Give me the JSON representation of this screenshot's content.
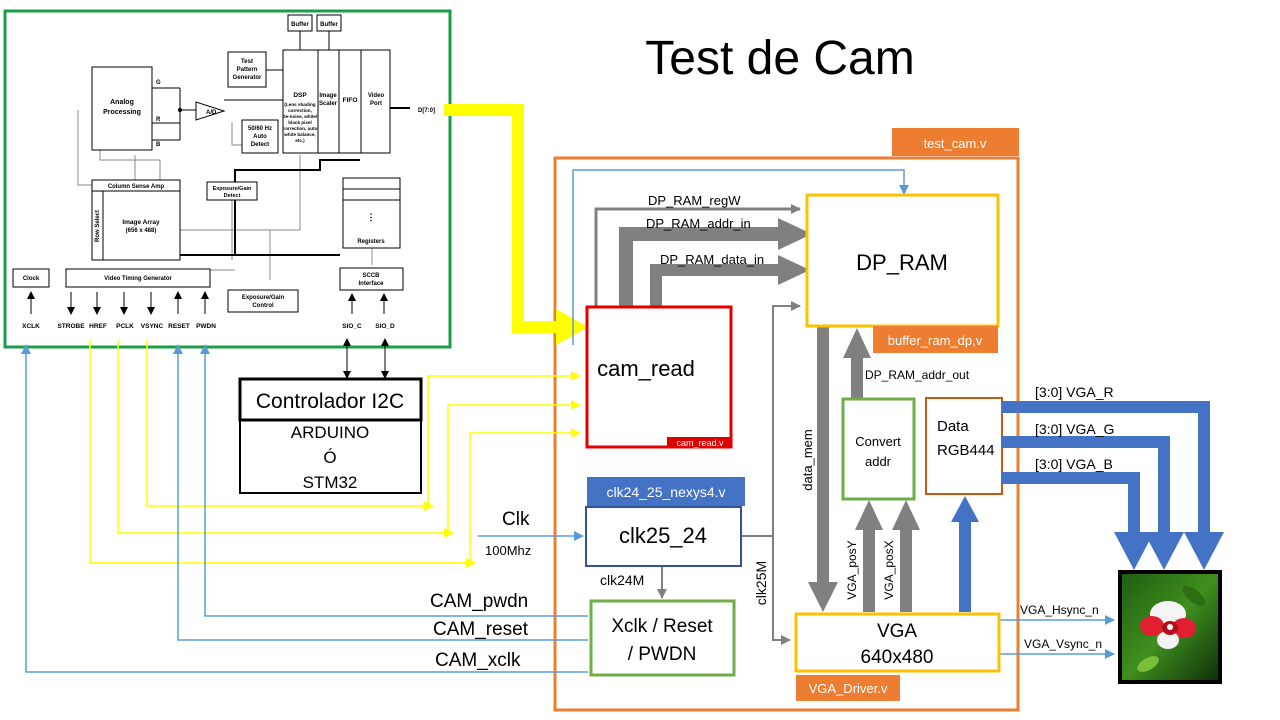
{
  "title": "Test de Cam",
  "camera_block": {
    "analog_processing": [
      "Analog",
      "Processing"
    ],
    "ad": "A/D",
    "ch_g": "G",
    "ch_r": "R",
    "ch_b": "B",
    "test_pattern": [
      "Test",
      "Pattern",
      "Generator"
    ],
    "buffer1": "Buffer",
    "buffer2": "Buffer",
    "dsp_title": "DSP",
    "dsp_desc": [
      "(Lens shading",
      "correction,",
      "de-noise, white/",
      "black pixel",
      "correction, auto",
      "white balance,",
      "etc.)"
    ],
    "image_scaler": [
      "Image",
      "Scaler"
    ],
    "fifo": "FIFO",
    "video_port": [
      "Video",
      "Port"
    ],
    "d_bus": "D[7:0]",
    "auto_detect": [
      "50/60 Hz",
      "Auto",
      "Detect"
    ],
    "column_sense": "Column Sense Amp",
    "row_select": "Row Select",
    "image_array": [
      "Image Array",
      "(656 x 488)"
    ],
    "exposure_detect": [
      "Exposure/Gain",
      "Detect"
    ],
    "registers": "Registers",
    "clock": "Clock",
    "video_timing": "Video Timing Generator",
    "exposure_control": [
      "Exposure/Gain",
      "Control"
    ],
    "sccb": [
      "SCCB",
      "Interface"
    ],
    "pins": [
      "XCLK",
      "STROBE",
      "HREF",
      "PCLK",
      "VSYNC",
      "RESET",
      "PWDN"
    ],
    "sio_c": "SIO_C",
    "sio_d": "SIO_D"
  },
  "controller": {
    "title": "Controlador I2C",
    "lines": [
      "ARDUINO",
      "Ó",
      "STM32"
    ]
  },
  "modules": {
    "test_cam_tag": "test_cam.v",
    "dp_ram": "DP_RAM",
    "buffer_tag": "buffer_ram_dp,v",
    "cam_read": "cam_read",
    "cam_read_tag": "cam_read.v",
    "clk_tag": "clk24_25_nexys4.v",
    "clk": "clk25_24",
    "xclk": [
      "Xclk / Reset",
      "/ PWDN"
    ],
    "convert": [
      "Convert",
      "addr"
    ],
    "data": [
      "Data",
      "RGB444"
    ],
    "vga": [
      "VGA",
      "640x480"
    ],
    "vga_tag": "VGA_Driver.v"
  },
  "signals": {
    "regw": "DP_RAM_regW",
    "addr_in": "DP_RAM_addr_in",
    "data_in": "DP_RAM_data_in",
    "addr_out": "DP_RAM_addr_out",
    "data_mem": "data_mem",
    "pos_y": "VGA_posY",
    "pos_x": "VGA_posX",
    "clk": "Clk",
    "clk_freq": "100Mhz",
    "clk24m": "clk24M",
    "clk25m": "clk25M",
    "cam_pwdn": "CAM_pwdn",
    "cam_reset": "CAM_reset",
    "cam_xclk": "CAM_xclk",
    "vga_r": "[3:0] VGA_R",
    "vga_g": "[3:0] VGA_G",
    "vga_b": "[3:0] VGA_B",
    "hsync": "VGA_Hsync_n",
    "vsync": "VGA_Vsync_n"
  },
  "colors": {
    "camera_border": "#1a9e4a",
    "top_border": "#ed7d31",
    "dp_ram_border": "#ffc000",
    "cam_read_border": "#e00000",
    "clk_border": "#2f5597",
    "clk_tag_fill": "#4472c4",
    "green_border": "#70ad47",
    "data_border": "#c55a11",
    "bus_gray": "#808080",
    "bus_blue": "#4472c4",
    "signal_yellow": "#ffff00",
    "signal_blue": "#5b9bd5"
  }
}
